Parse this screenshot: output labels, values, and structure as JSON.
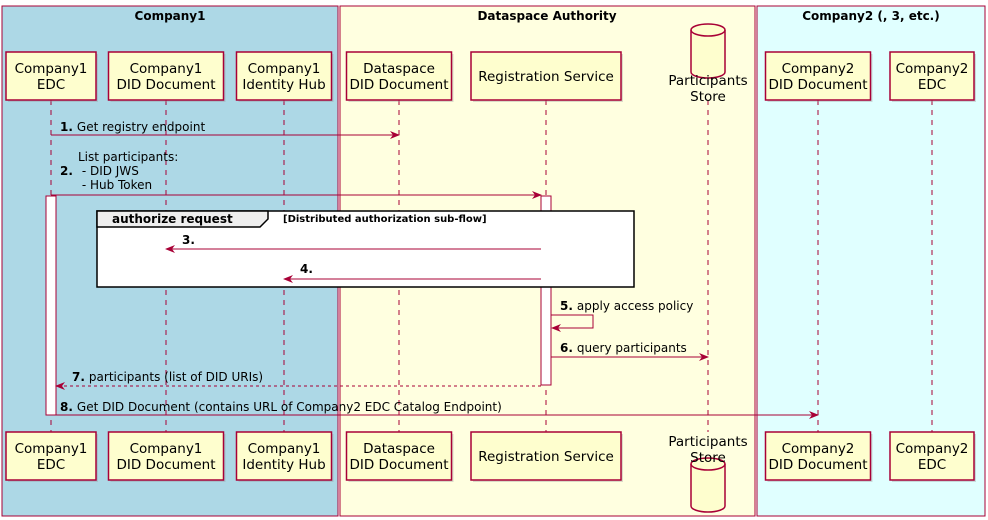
{
  "boxes": [
    {
      "title": "Company1",
      "fill": "#ADD8E6"
    },
    {
      "title": "Dataspace Authority",
      "fill": "#FFFFE0"
    },
    {
      "title": "Company2 (, 3, etc.)",
      "fill": "#E0FFFF"
    }
  ],
  "participants": [
    {
      "line1": "Company1",
      "line2": "EDC",
      "shape": "box"
    },
    {
      "line1": "Company1",
      "line2": "DID Document",
      "shape": "box"
    },
    {
      "line1": "Company1",
      "line2": "Identity Hub",
      "shape": "box"
    },
    {
      "line1": "Dataspace",
      "line2": "DID Document",
      "shape": "box"
    },
    {
      "line1": "Registration Service",
      "line2": "",
      "shape": "box"
    },
    {
      "line1": "Participants",
      "line2": "Store",
      "shape": "database"
    },
    {
      "line1": "Company2",
      "line2": "DID Document",
      "shape": "box"
    },
    {
      "line1": "Company2",
      "line2": "EDC",
      "shape": "box"
    }
  ],
  "frame": {
    "title": "authorize request",
    "condition": "[Distributed authorization sub-flow]"
  },
  "messages": [
    {
      "num": "1.",
      "lines": [
        "Get registry endpoint"
      ],
      "from": 0,
      "to": 3,
      "style": "solid"
    },
    {
      "num": "2.",
      "lines": [
        "List participants:",
        " - DID JWS",
        " - Hub Token"
      ],
      "from": 0,
      "to": 4,
      "style": "solid"
    },
    {
      "num": "3.",
      "lines": [
        ""
      ],
      "from": 4,
      "to": 1,
      "style": "solid"
    },
    {
      "num": "4.",
      "lines": [
        ""
      ],
      "from": 4,
      "to": 2,
      "style": "solid"
    },
    {
      "num": "5.",
      "lines": [
        "apply access policy"
      ],
      "from": 4,
      "to": 4,
      "style": "self"
    },
    {
      "num": "6.",
      "lines": [
        "query participants"
      ],
      "from": 4,
      "to": 5,
      "style": "solid"
    },
    {
      "num": "7.",
      "lines": [
        "participants (list of DID URIs)"
      ],
      "from": 4,
      "to": 0,
      "style": "dashed"
    },
    {
      "num": "8.",
      "lines": [
        "Get DID Document (contains URL of Company2 EDC Catalog Endpoint)"
      ],
      "from": 0,
      "to": 6,
      "style": "solid"
    }
  ],
  "colors": {
    "arrow": "#A80036",
    "participant_fill": "#FEFECE",
    "participant_border": "#A80036"
  }
}
